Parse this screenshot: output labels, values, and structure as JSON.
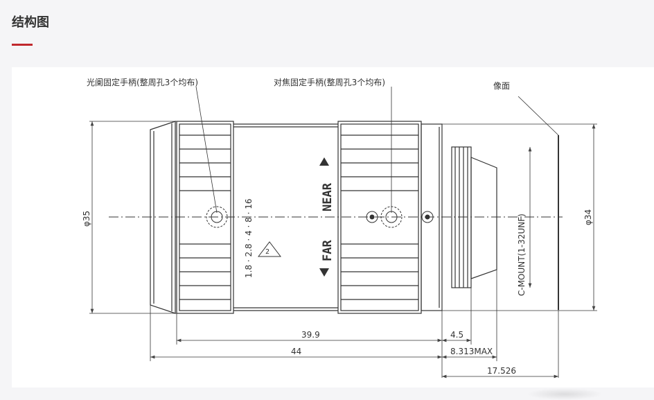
{
  "header": {
    "title": "结构图",
    "accent_color": "#c0282d"
  },
  "drawing": {
    "callouts": {
      "iris_handle": "光阑固定手柄(整周孔3个均布)",
      "focus_handle": "对焦固定手柄(整周孔3个均布)",
      "image_plane": "像面"
    },
    "markings": {
      "near": "NEAR",
      "far": "FAR",
      "aperture_scale": "1.8 · 2.8 · 4 · 8 · 16",
      "mount": "C-MOUNT(1-32UNF)",
      "note_number": "2"
    },
    "dimensions": {
      "d35": "φ35",
      "d34": "φ34",
      "len_39_9": "39.9",
      "len_44": "44",
      "len_4_5": "4.5",
      "len_8_313": "8.313MAX",
      "len_17_526": "17.526"
    }
  }
}
